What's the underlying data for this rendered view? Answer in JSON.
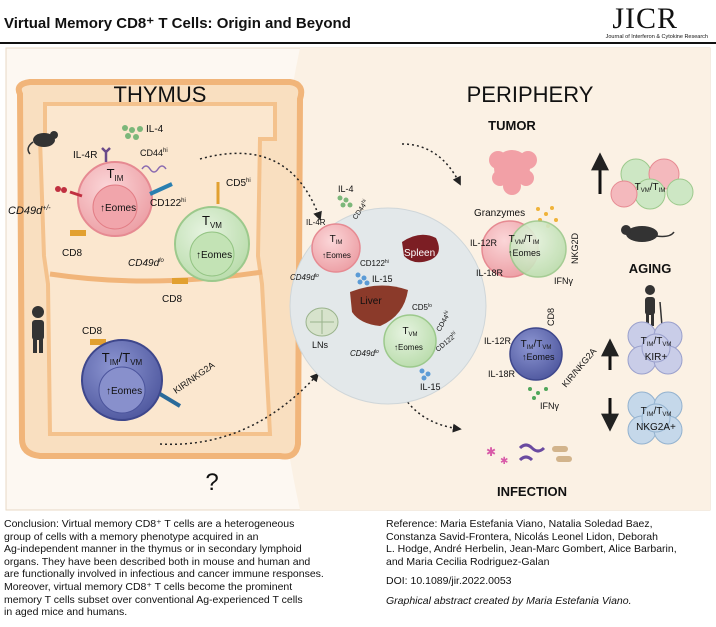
{
  "header": {
    "title": "Virtual Memory CD8⁺ T Cells: Origin and Beyond",
    "journal_logo": "JICR",
    "journal_name": "Journal of Interferon & Cytokine Research"
  },
  "diagram": {
    "thymus_label": "THYMUS",
    "periphery_label": "PERIPHERY",
    "tumor_label": "TUMOR",
    "aging_label": "AGING",
    "infection_label": "INFECTION",
    "question_mark": "?",
    "thymus": {
      "il4": "IL-4",
      "il4r": "IL-4R",
      "cd44": "CD44",
      "cd44_sup": "hi",
      "tim": "T",
      "tim_sub": "IM",
      "cd122": "CD122",
      "cd122_sup": "hi",
      "cd49d_tim": "CD49d",
      "cd49d_tim_sup": "+/-",
      "eomes": "Eomes",
      "cd5": "CD5",
      "cd5_sup": "hi",
      "cd8": "CD8",
      "tvm": "T",
      "tvm_sub": "VM",
      "cd49d_tvm": "CD49d",
      "cd49d_tvm_sup": "lo",
      "human_cd8": "CD8",
      "human_cell": "T",
      "human_cell_sub1": "IM",
      "human_cell_sep": "/T",
      "human_cell_sub2": "VM",
      "kir": "KIR/NKG2A"
    },
    "lymphoid": {
      "il4": "IL-4",
      "il4r": "IL-4R",
      "cd44": "CD44",
      "cd44_sup": "hi",
      "tim": "T",
      "tim_sub": "IM",
      "eomes": "Eomes",
      "cd122": "CD122",
      "cd122_sup": "hi",
      "cd49d": "CD49d",
      "cd49d_sup": "lo",
      "il15": "IL-15",
      "spleen": "Spleen",
      "liver": "Liver",
      "cd5": "CD5",
      "cd5_sup": "lo",
      "cd44b": "CD44",
      "cd44b_sup": "hi",
      "lns": "LNs",
      "tvm": "T",
      "tvm_sub": "VM",
      "cd49d2": "CD49d",
      "cd49d2_sup": "lo",
      "cd122b": "CD122",
      "cd122b_sup": "hi",
      "il15b": "IL-15"
    },
    "periphery": {
      "granzymes": "Granzymes",
      "il12r": "IL-12R",
      "il18r": "IL-18R",
      "tvm_tim": "T",
      "tvm_tim_sub1": "VM",
      "tvm_tim_sep": "/T",
      "tvm_tim_sub2": "IM",
      "eomes": "Eomes",
      "nkg2d": "NKG2D",
      "ifng": "IFNγ",
      "expanded": "T",
      "expanded_sub1": "VM",
      "expanded_sep": "/T",
      "expanded_sub2": "IM",
      "cd8": "CD8",
      "il12r2": "IL-12R",
      "il18r2": "IL-18R",
      "tim_tvm": "T",
      "tim_tvm_sub1": "IM",
      "tim_tvm_sep": "/T",
      "tim_tvm_sub2": "VM",
      "eomes2": "Eomes",
      "kir_nkg2a": "KIR/NKG2A",
      "ifng2": "IFNγ",
      "kir_cluster": "T",
      "kir_cluster_sub1": "IM",
      "kir_cluster_sep": "/T",
      "kir_cluster_sub2": "VM",
      "kir_cluster_line2": "KIR+",
      "nkg2a_cluster": "T",
      "nkg2a_cluster_sub1": "IM",
      "nkg2a_cluster_sep": "/T",
      "nkg2a_cluster_sub2": "VM",
      "nkg2a_cluster_line2": "NKG2A+"
    }
  },
  "footer": {
    "conclusion_lines": [
      "Conclusion: Virtual memory CD8⁺ T cells are a heterogeneous",
      "group of cells with a memory phenotype acquired in an",
      "Ag-independent manner in the thymus or in secondary lymphoid",
      "organs. They have been described both in mouse and human and",
      "are functionally involved in infectious and cancer immune responses.",
      "Moreover, virtual memory CD8⁺ T cells become the prominent",
      "memory T cells subset over conventional Ag-experienced T cells",
      "in aged mice and humans."
    ],
    "reference_lines": [
      "Reference: Maria Estefania Viano, Natalia Soledad Baez,",
      "Constanza Savid-Frontera, Nicolás Leonel Lidon, Deborah",
      "L. Hodge, André Herbelin, Jean-Marc Gombert, Alice Barbarin,",
      "and Maria Cecilia Rodriguez-Galan"
    ],
    "doi": "DOI: 10.1089/jir.2022.0053",
    "credit": "Graphical abstract created by Maria Estefania Viano."
  },
  "colors": {
    "thymus_fill": "#f9dfc0",
    "thymus_stroke": "#f0b070",
    "periphery_bg": "#fbf4ec",
    "lymphoid_bg": "#e3e8ea",
    "tim_cell": "#f4b9bd",
    "tvm_cell": "#cde7c4",
    "human_cell": "#6c74b8",
    "kir_cell": "#c9cde8",
    "nkg2a_cell": "#c5d8ea"
  }
}
